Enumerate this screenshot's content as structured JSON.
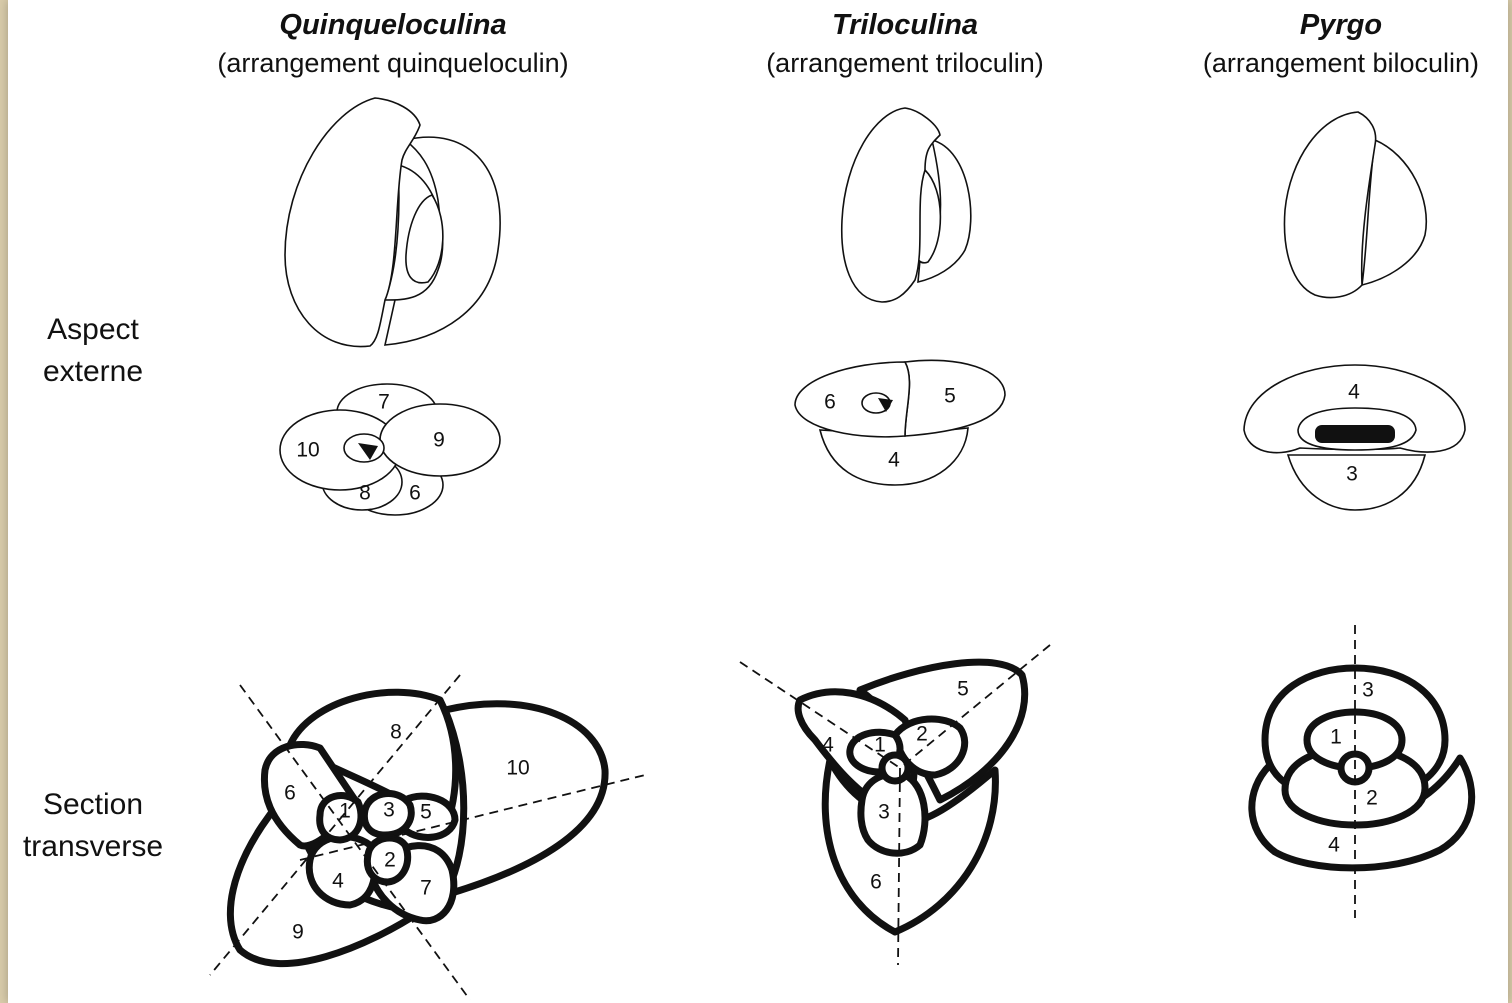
{
  "columns": [
    {
      "genus": "Quinqueloculina",
      "arrangement": "(arrangement quinqueloculin)"
    },
    {
      "genus": "Triloculina",
      "arrangement": "(arrangement triloculin)"
    },
    {
      "genus": "Pyrgo",
      "arrangement": "(arrangement biloculin)"
    }
  ],
  "rows": {
    "external": [
      "Aspect",
      "externe"
    ],
    "section": [
      "Section",
      "transverse"
    ]
  },
  "chamber_labels": {
    "quinq_apertural": [
      "7",
      "10",
      "9",
      "8",
      "6"
    ],
    "quinq_section": [
      "8",
      "10",
      "6",
      "1",
      "3",
      "5",
      "4",
      "2",
      "7",
      "9"
    ],
    "trilo_apertural": [
      "6",
      "5",
      "4"
    ],
    "trilo_section": [
      "5",
      "4",
      "1",
      "2",
      "3",
      "6"
    ],
    "pyrgo_apertural": [
      "4",
      "3"
    ],
    "pyrgo_section": [
      "3",
      "1",
      "2",
      "4"
    ]
  }
}
